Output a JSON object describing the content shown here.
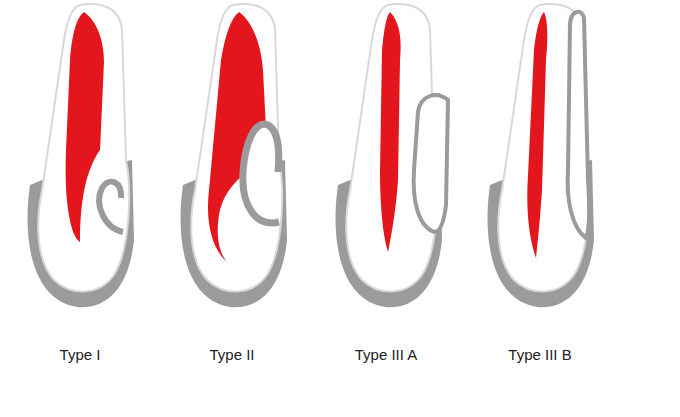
{
  "diagram": {
    "labels": [
      "Type I",
      "Type II",
      "Type III A",
      "Type III B"
    ]
  }
}
